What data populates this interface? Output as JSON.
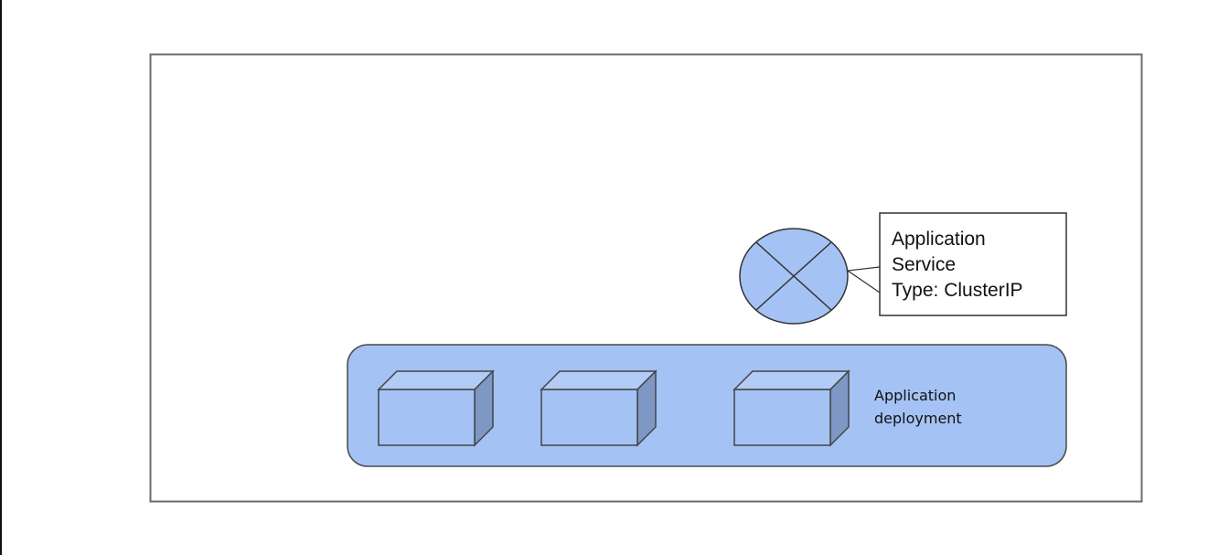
{
  "diagram": {
    "colors": {
      "frame_stroke": "#6b6b6b",
      "deployment_fill": "#a4c2f4",
      "deployment_stroke": "#4a4a4a",
      "pod_front": "#a4c2f4",
      "pod_top": "#b3ccf5",
      "pod_side": "#7f97c4",
      "service_fill": "#a4c2f4"
    },
    "service": {
      "icon": "service-circle-x-icon",
      "callout_lines": [
        "Application",
        "Service",
        "Type: ClusterIP"
      ]
    },
    "deployment": {
      "label_lines": [
        "Application",
        "deployment"
      ],
      "pods": [
        {
          "icon": "pod-cube-icon"
        },
        {
          "icon": "pod-cube-icon"
        },
        {
          "icon": "pod-cube-icon"
        }
      ]
    }
  }
}
